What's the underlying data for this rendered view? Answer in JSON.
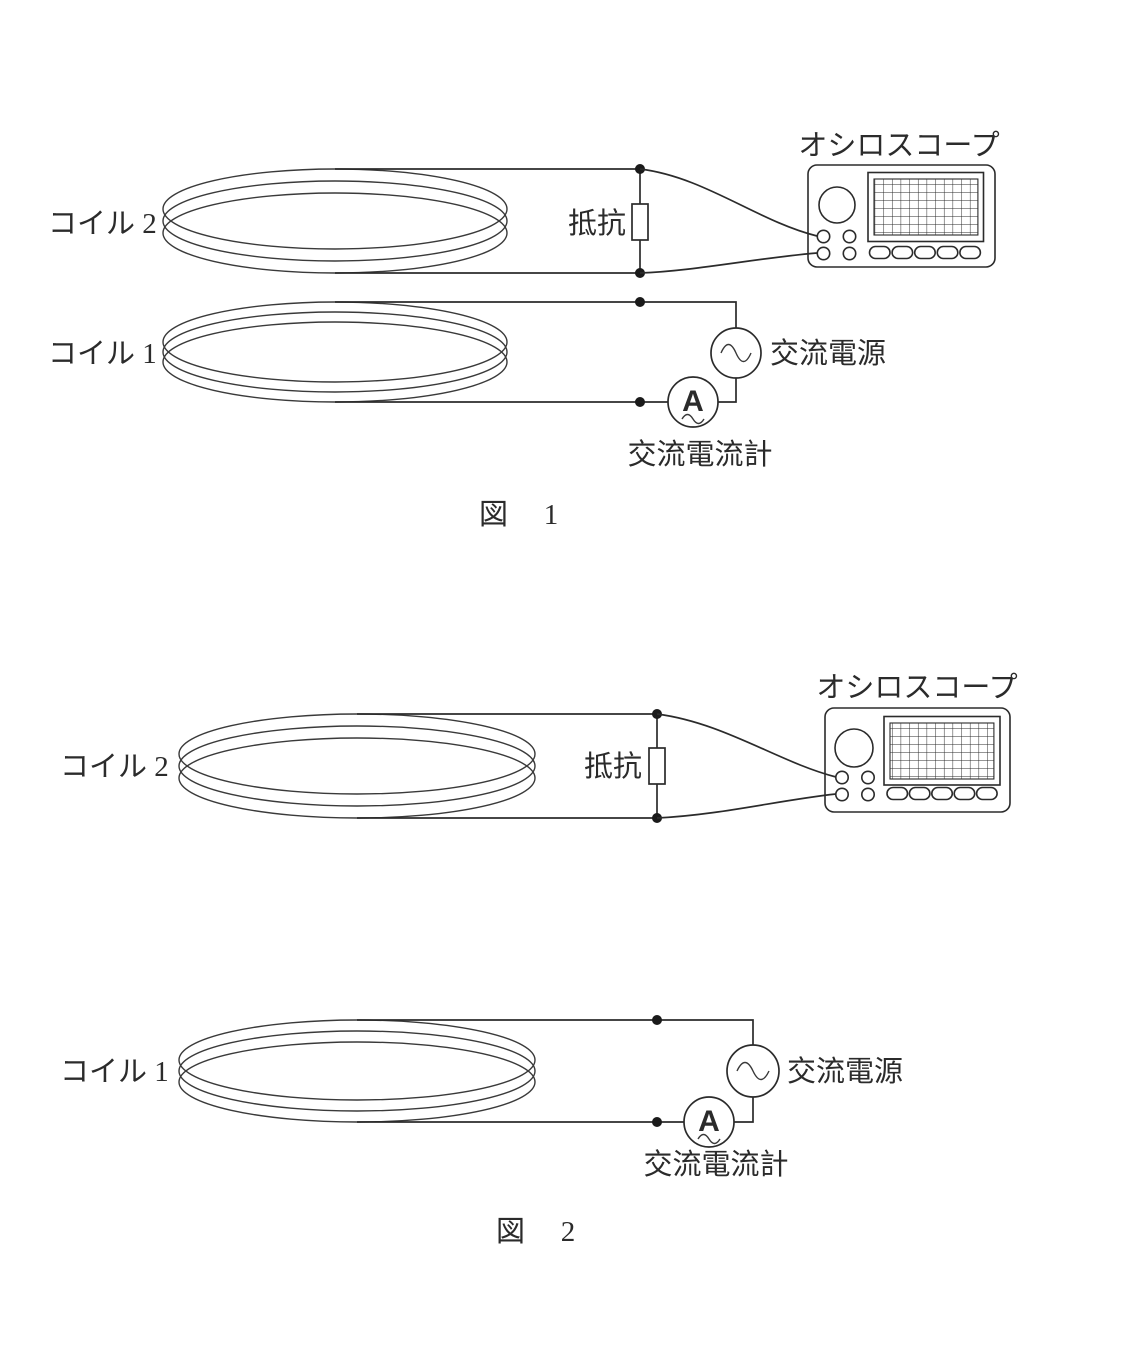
{
  "colors": {
    "background": "#ffffff",
    "line": "#2b2b2b"
  },
  "figure1": {
    "coil2_label": "コイル 2",
    "coil1_label": "コイル 1",
    "resistor_label": "抵抗",
    "oscilloscope_label": "オシロスコープ",
    "ac_source_label": "交流電源",
    "ac_ammeter_label": "交流電流計",
    "ammeter_letter": "A",
    "caption": {
      "prefix": "図",
      "number": "1"
    }
  },
  "figure2": {
    "coil2_label": "コイル 2",
    "coil1_label": "コイル 1",
    "resistor_label": "抵抗",
    "oscilloscope_label": "オシロスコープ",
    "ac_source_label": "交流電源",
    "ac_ammeter_label": "交流電流計",
    "ammeter_letter": "A",
    "caption": {
      "prefix": "図",
      "number": "2"
    }
  }
}
